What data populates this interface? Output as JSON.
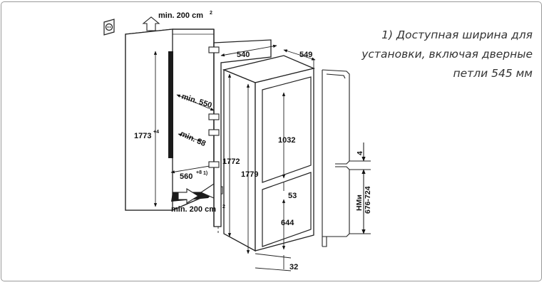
{
  "dims": {
    "vent_top": "min. 200 cm",
    "vent_top_sup": "2",
    "vent_bottom": "min. 200 cm",
    "vent_bottom_sup": "2",
    "depth_550": "min. 550",
    "gap_38": "min. 38",
    "niche_height": "1773",
    "niche_height_sup": "+4",
    "niche_width": "560",
    "niche_width_sup": "+8",
    "niche_width_ref": "1)",
    "unit_height_1772": "1772",
    "unit_height_1779": "1779",
    "width_540": "540",
    "depth_549": "549",
    "upper_door_1032": "1032",
    "gap_53": "53",
    "lower_door_644": "644",
    "bottom_32": "32",
    "gap_4": "4",
    "hmu_label": "НМи",
    "hmu_range": "676-724"
  },
  "note": {
    "line1": "1) Доступная ширина для",
    "line2": "установки, включая дверные",
    "line3": "петли 545 мм"
  }
}
